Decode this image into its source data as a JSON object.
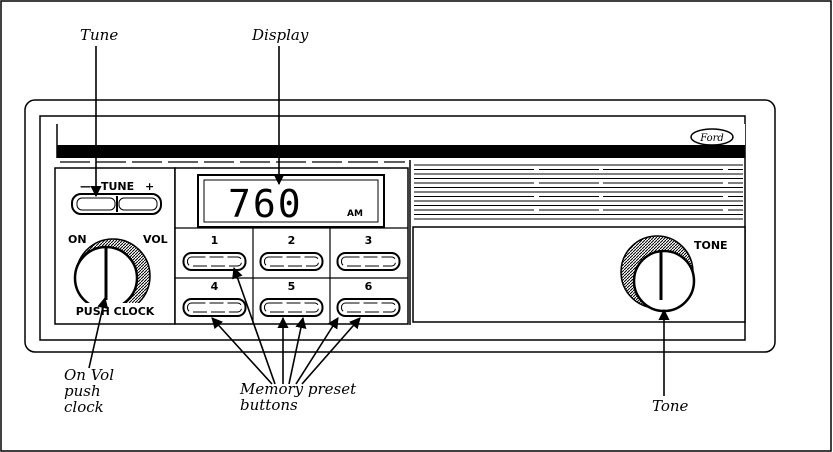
{
  "callouts": {
    "tune": "Tune",
    "display": "Display",
    "on_vol_1": "On Vol",
    "on_vol_2": "push",
    "on_vol_3": "clock",
    "memory_1": "Memory preset",
    "memory_2": "buttons",
    "tone": "Tone"
  },
  "radio": {
    "brand": "Ford",
    "tune_minus": "—",
    "tune_label": "TUNE",
    "tune_plus": "+",
    "on_label": "ON",
    "vol_label": "VOL",
    "push_clock": "PUSH CLOCK",
    "display_value": "760",
    "display_band": "AM",
    "tone_label": "TONE",
    "presets": [
      "1",
      "2",
      "3",
      "4",
      "5",
      "6"
    ]
  }
}
